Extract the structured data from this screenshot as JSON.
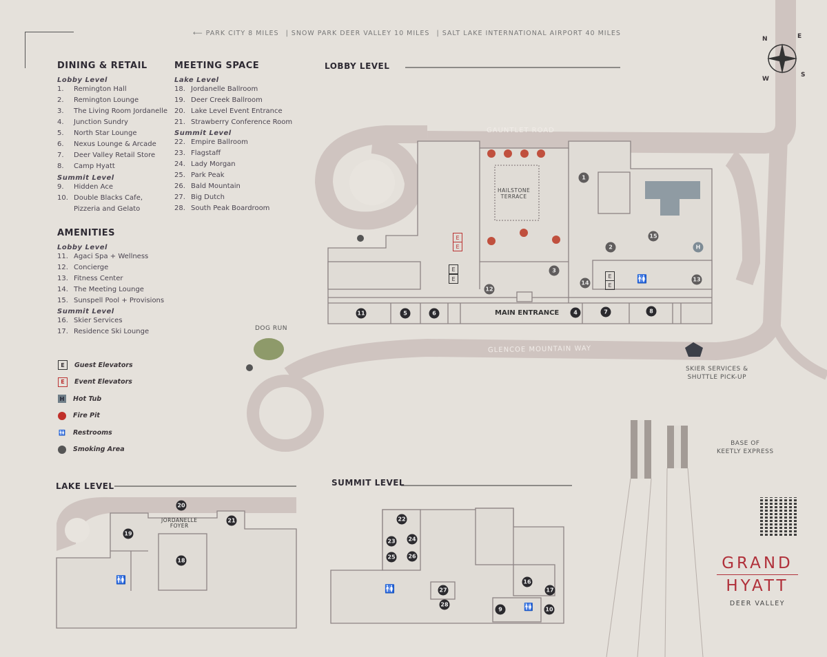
{
  "top_directions": {
    "park_city": "⟵  PARK CITY 8 MILES",
    "snow_park": "|  SNOW PARK DEER VALLEY  10 MILES",
    "airport": "|  SALT LAKE INTERNATIONAL AIRPORT 40 MILES"
  },
  "compass": {
    "n": "N",
    "e": "E",
    "s": "S",
    "w": "W"
  },
  "dining": {
    "title": "DINING & RETAIL",
    "lobby_label": "Lobby Level",
    "lobby_items": [
      {
        "n": "1.",
        "name": "Remington Hall"
      },
      {
        "n": "2.",
        "name": "Remington Lounge"
      },
      {
        "n": "3.",
        "name": "The Living Room Jordanelle"
      },
      {
        "n": "4.",
        "name": "Junction Sundry"
      },
      {
        "n": "5.",
        "name": "North Star Lounge"
      },
      {
        "n": "6.",
        "name": "Nexus Lounge & Arcade"
      },
      {
        "n": "7.",
        "name": "Deer Valley Retail Store"
      },
      {
        "n": "8.",
        "name": "Camp Hyatt"
      }
    ],
    "summit_label": "Summit Level",
    "summit_items": [
      {
        "n": "9.",
        "name": "Hidden Ace"
      },
      {
        "n": "10.",
        "name": "Double Blacks Cafe,"
      },
      {
        "n": "",
        "name": "Pizzeria and Gelato"
      }
    ]
  },
  "meeting": {
    "title": "MEETING SPACE",
    "lake_label": "Lake Level",
    "lake_items": [
      {
        "n": "18.",
        "name": "Jordanelle Ballroom"
      },
      {
        "n": "19.",
        "name": "Deer Creek Ballroom"
      },
      {
        "n": "20.",
        "name": "Lake Level Event Entrance"
      },
      {
        "n": "21.",
        "name": "Strawberry Conference Room"
      }
    ],
    "summit_label": "Summit Level",
    "summit_items": [
      {
        "n": "22.",
        "name": "Empire Ballroom"
      },
      {
        "n": "23.",
        "name": "Flagstaff"
      },
      {
        "n": "24.",
        "name": "Lady Morgan"
      },
      {
        "n": "25.",
        "name": "Park Peak"
      },
      {
        "n": "26.",
        "name": "Bald Mountain"
      },
      {
        "n": "27.",
        "name": "Big Dutch"
      },
      {
        "n": "28.",
        "name": "South Peak Boardroom"
      }
    ]
  },
  "amenities": {
    "title": "AMENITIES",
    "lobby_label": "Lobby Level",
    "lobby_items": [
      {
        "n": "11.",
        "name": "Agaci Spa + Wellness"
      },
      {
        "n": "12.",
        "name": "Concierge"
      },
      {
        "n": "13.",
        "name": "Fitness Center"
      },
      {
        "n": "14.",
        "name": "The Meeting Lounge"
      },
      {
        "n": "15.",
        "name": "Sunspell Pool + Provisions"
      }
    ],
    "summit_label": "Summit Level",
    "summit_items": [
      {
        "n": "16.",
        "name": "Skier Services"
      },
      {
        "n": "17.",
        "name": "Residence Ski Lounge"
      }
    ]
  },
  "legend": [
    {
      "icon": "guest-elevator-icon",
      "glyph": "E",
      "label": "Guest Elevators"
    },
    {
      "icon": "event-elevator-icon",
      "glyph": "E",
      "label": "Event Elevators"
    },
    {
      "icon": "hot-tub-icon",
      "glyph": "H",
      "label": "Hot Tub"
    },
    {
      "icon": "fire-pit-icon",
      "glyph": "",
      "label": "Fire Pit"
    },
    {
      "icon": "restroom-icon",
      "glyph": "🚻",
      "label": "Restrooms"
    },
    {
      "icon": "smoking-area-icon",
      "glyph": "",
      "label": "Smoking Area"
    }
  ],
  "lobby_map": {
    "title": "LOBBY LEVEL",
    "gauntlet_road": "GAUNTLET ROAD",
    "glencoe_way": "GLENCOE MOUNTAIN WAY",
    "terrace_1": "HAILSTONE",
    "terrace_2": "TERRACE",
    "main_entrance": "MAIN ENTRANCE",
    "dog_run": "DOG RUN",
    "skier_1": "SKIER SERVICES &",
    "skier_2": "SHUTTLE PICK-UP",
    "base_1": "BASE OF",
    "base_2": "KEETLY EXPRESS",
    "markers": [
      "11",
      "5",
      "6",
      "4",
      "7",
      "8",
      "1",
      "2",
      "15",
      "3",
      "12",
      "14",
      "13"
    ],
    "elevator": "E",
    "hot_tub": "H"
  },
  "lake_map": {
    "title": "LAKE LEVEL",
    "foyer_1": "JORDANELLE",
    "foyer_2": "FOYER",
    "markers": [
      "20",
      "19",
      "21",
      "18"
    ]
  },
  "summit_map": {
    "title": "SUMMIT LEVEL",
    "markers": [
      "22",
      "23",
      "24",
      "25",
      "26",
      "27",
      "28",
      "16",
      "17",
      "9",
      "10"
    ]
  },
  "brand": {
    "line1": "GRAND",
    "line2": "HYATT",
    "sub": "DEER VALLEY",
    "color": "#b0303a"
  }
}
